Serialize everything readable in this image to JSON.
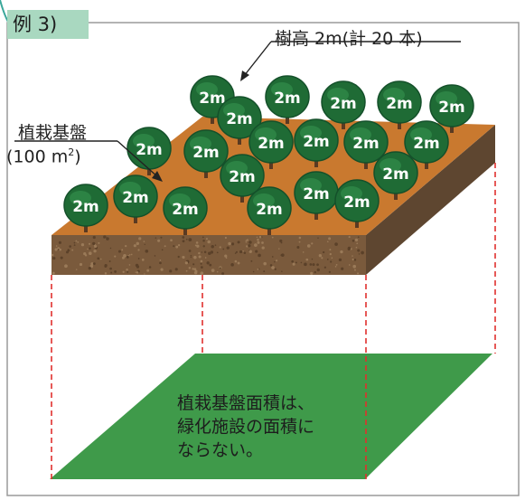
{
  "example_tab": {
    "label": "例 3)"
  },
  "tree_label": {
    "text": "樹高 2m(計 20 本)"
  },
  "base_label": {
    "line1": "植栽基盤",
    "area_value": "(100 m",
    "area_exp": "2",
    "area_close": ")"
  },
  "trees": {
    "label": "2m",
    "count": 20,
    "color": "#1f6b35"
  },
  "note": {
    "lines": [
      "植栽基盤面積は、",
      "緑化施設の面積に",
      "ならない。"
    ]
  },
  "colors": {
    "frame_border": "#9a9a9a",
    "tab_fill": "#a9d8c0",
    "soil_top": "#c9792f",
    "soil_side": "#7a5a3c",
    "ground_green": "#3f9a4a",
    "guide_red": "#e0302e"
  }
}
